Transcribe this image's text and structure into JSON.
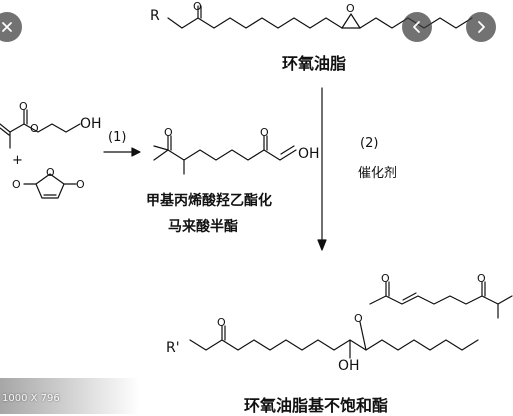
{
  "viewer": {
    "close_icon": "close-icon",
    "prev_icon": "chevron-left-icon",
    "next_icon": "chevron-right-icon",
    "dimensions": "1000 X 796"
  },
  "scheme": {
    "reactant_oh": "OH",
    "plus": "+",
    "step1": "(1)",
    "step2": "(2)",
    "catalyst": "催化剂",
    "epoxidized_oil": "环氧油脂",
    "r_group_top": "R",
    "intermediate_oh": "OH",
    "intermediate_name_line1": "甲基丙烯酸羟乙酯化",
    "intermediate_name_line2": "马来酸半酯",
    "product_r_group": "R'",
    "product_oh": "OH",
    "product_name": "环氧油脂基不饱和酯",
    "o_atom": "O"
  },
  "colors": {
    "ink": "#111111",
    "button_bg": "#3c3c3c"
  }
}
